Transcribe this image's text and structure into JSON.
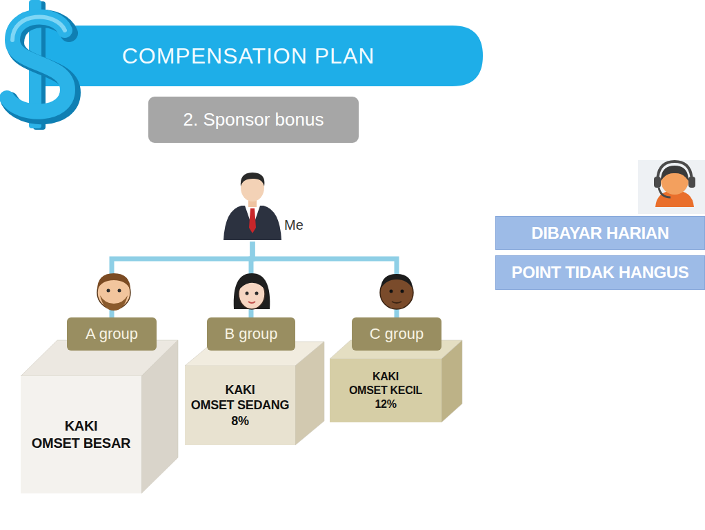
{
  "diagram": {
    "title": "COMPENSATION PLAN",
    "nodes": [
      {
        "text": [
          "2. Sponsor bonus"
        ]
      },
      {
        "text": [
          "Me"
        ]
      },
      {
        "text": [
          "A group"
        ]
      },
      {
        "text": [
          "B group"
        ]
      },
      {
        "text": [
          "C group"
        ]
      },
      {
        "text": [
          "KAKI",
          "OMSET BESAR"
        ]
      },
      {
        "text": [
          "KAKI",
          "OMSET SEDANG",
          "8%"
        ]
      },
      {
        "text": [
          "KAKI",
          "OMSET KECIL",
          "12%"
        ]
      },
      {
        "text": [
          "DIBAYAR HARIAN"
        ]
      },
      {
        "text": [
          "POINT TIDAK HANGUS"
        ]
      }
    ],
    "edges": [
      {
        "from": 1,
        "to": 2,
        "arrow": "none"
      },
      {
        "from": 1,
        "to": 3,
        "arrow": "none"
      },
      {
        "from": 1,
        "to": 4,
        "arrow": "none"
      }
    ]
  }
}
